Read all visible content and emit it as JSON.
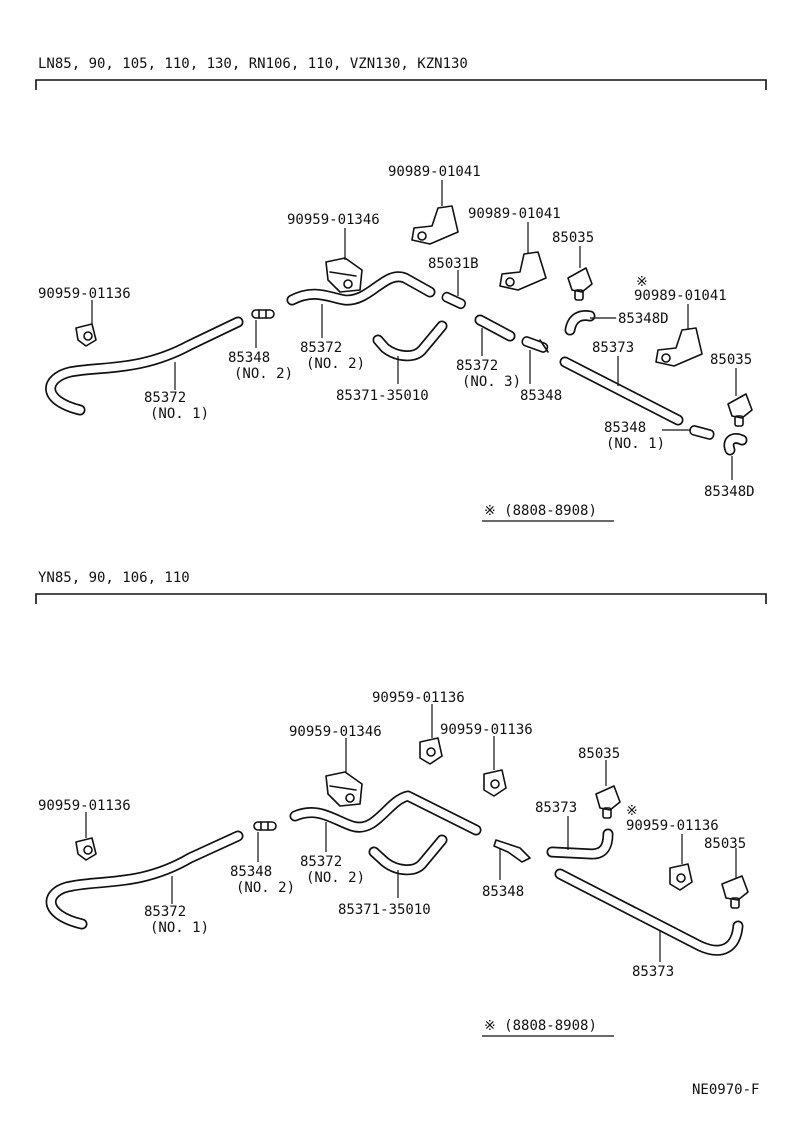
{
  "sections": [
    {
      "header": "LN85, 90, 105, 110, 130, RN106, 110, VZN130, KZN130",
      "note": "※  (8808-8908)",
      "labels": {
        "p_90989_01041_top": "90989-01041",
        "p_90959_01346": "90959-01346",
        "p_90989_01041_mid": "90989-01041",
        "p_85035_a": "85035",
        "p_85031b": "85031B",
        "p_star": "※",
        "p_90989_01041_right": "90989-01041",
        "p_90959_01136": "90959-01136",
        "p_85348d_a": "85348D",
        "p_85373": "85373",
        "p_85035_b": "85035",
        "p_85348_no2": "85348",
        "p_85348_no2_sub": "(NO. 2)",
        "p_85372_no2": "85372",
        "p_85372_no2_sub": "(NO. 2)",
        "p_85372_no3": "85372",
        "p_85372_no3_sub": "(NO. 3)",
        "p_85372_no1": "85372",
        "p_85372_no1_sub": "(NO. 1)",
        "p_85371_35010": "85371-35010",
        "p_85348": "85348",
        "p_85348_no1": "85348",
        "p_85348_no1_sub": "(NO. 1)",
        "p_85348d_b": "85348D"
      }
    },
    {
      "header": "YN85, 90, 106, 110",
      "note": "※  (8808-8908)",
      "labels": {
        "p_90959_01136_top": "90959-01136",
        "p_90959_01346": "90959-01346",
        "p_90959_01136_mid": "90959-01136",
        "p_85035_a": "85035",
        "p_90959_01136_left": "90959-01136",
        "p_85373_a": "85373",
        "p_star": "※",
        "p_90959_01136_right": "90959-01136",
        "p_85035_b": "85035",
        "p_85348_no2": "85348",
        "p_85348_no2_sub": "(NO. 2)",
        "p_85372_no2": "85372",
        "p_85372_no2_sub": "(NO. 2)",
        "p_85348": "85348",
        "p_85372_no1": "85372",
        "p_85372_no1_sub": "(NO. 1)",
        "p_85371_35010": "85371-35010",
        "p_85373_b": "85373"
      }
    }
  ],
  "footer": {
    "code": "NE0970-F"
  }
}
